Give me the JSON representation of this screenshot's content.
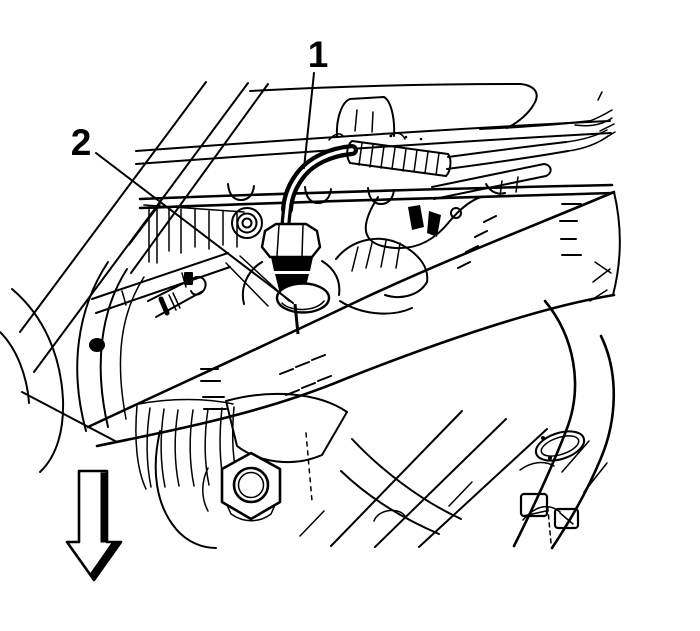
{
  "figure": {
    "type": "technical-line-illustration",
    "background_color": "#ffffff",
    "line_color": "#000000",
    "callouts": [
      {
        "label": "1"
      },
      {
        "label": "2"
      }
    ],
    "icons": [
      {
        "name": "down-arrow"
      }
    ]
  }
}
